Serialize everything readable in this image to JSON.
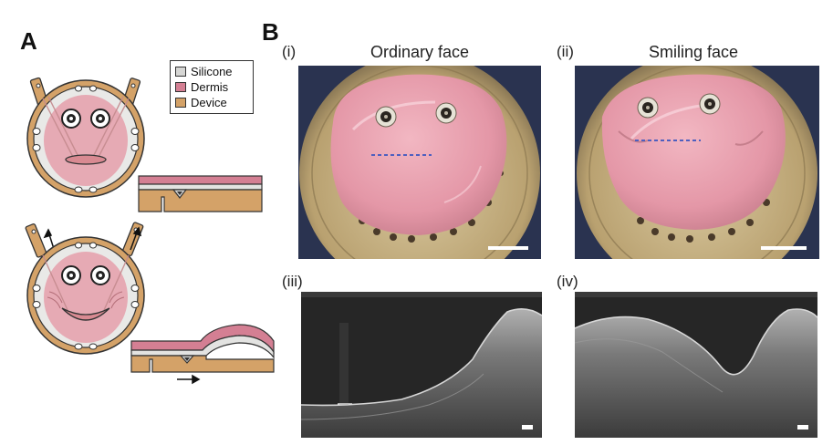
{
  "panels": {
    "a": {
      "letter": "A"
    },
    "b": {
      "letter": "B"
    }
  },
  "legend": {
    "items": [
      {
        "label": "Silicone",
        "color": "#d6d6d4"
      },
      {
        "label": "Dermis",
        "color": "#d47f93"
      },
      {
        "label": "Device",
        "color": "#d4a268"
      }
    ]
  },
  "subpanels": [
    {
      "numeral": "(i)",
      "title": "Ordinary face"
    },
    {
      "numeral": "(ii)",
      "title": "Smiling face"
    },
    {
      "numeral": "(iii)",
      "title": ""
    },
    {
      "numeral": "(iv)",
      "title": ""
    }
  ],
  "colors": {
    "skin_pink": "#e6a3ae",
    "device_tan": "#d4a268",
    "scan_background": "#2a2a2a",
    "scan_tissue": "#8a8a8a",
    "guide_line": "#4e5fbf"
  }
}
